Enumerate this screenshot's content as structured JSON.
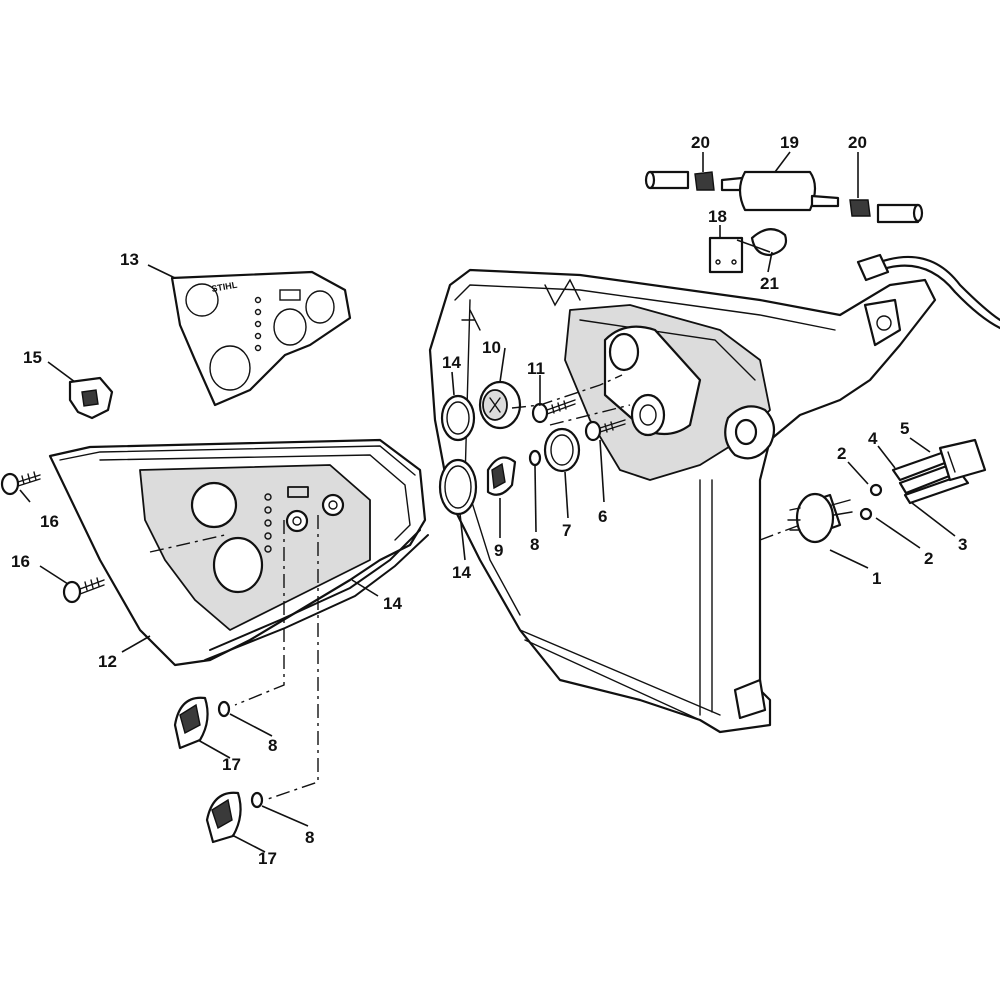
{
  "diagram": {
    "callouts": {
      "c1": "1",
      "c2a": "2",
      "c2b": "2",
      "c3": "3",
      "c4": "4",
      "c5": "5",
      "c6": "6",
      "c7": "7",
      "c8a": "8",
      "c8b": "8",
      "c8c": "8",
      "c9": "9",
      "c10": "10",
      "c11": "11",
      "c12": "12",
      "c13": "13",
      "c14a": "14",
      "c14b": "14",
      "c14c": "14",
      "c15": "15",
      "c16a": "16",
      "c16b": "16",
      "c17a": "17",
      "c17b": "17",
      "c18": "18",
      "c19": "19",
      "c20a": "20",
      "c20b": "20",
      "c21": "21"
    },
    "decal_logo": "STIHL"
  }
}
